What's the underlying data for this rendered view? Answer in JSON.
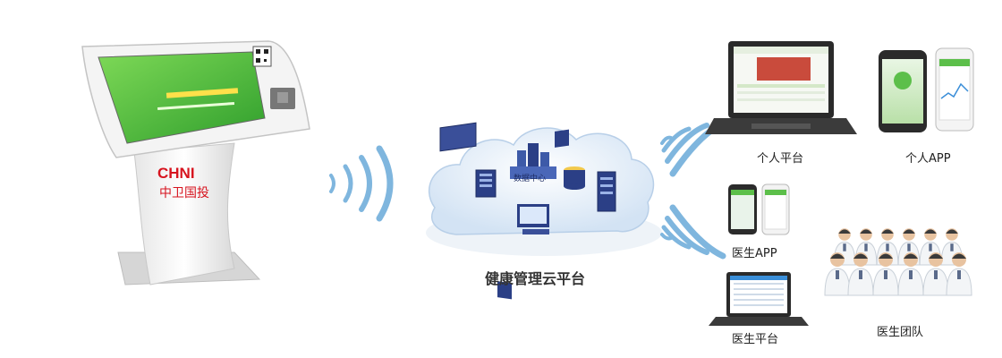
{
  "kiosk": {
    "brand_en": "CHNI",
    "brand_cn": "中卫国投"
  },
  "cloud": {
    "label": "健康管理云平台",
    "center_label": "数据中心"
  },
  "endpoints": {
    "personal_platform": "个人平台",
    "personal_app": "个人APP",
    "doctor_app": "医生APP",
    "doctor_platform": "医生平台",
    "doctor_team": "医生团队"
  },
  "colors": {
    "brand_red": "#d7141f",
    "screen_green": "#4bbf3a",
    "wave_blue": "#7fb6de",
    "cloud_blue": "#dfeaf6",
    "server_navy": "#2b3f86"
  }
}
